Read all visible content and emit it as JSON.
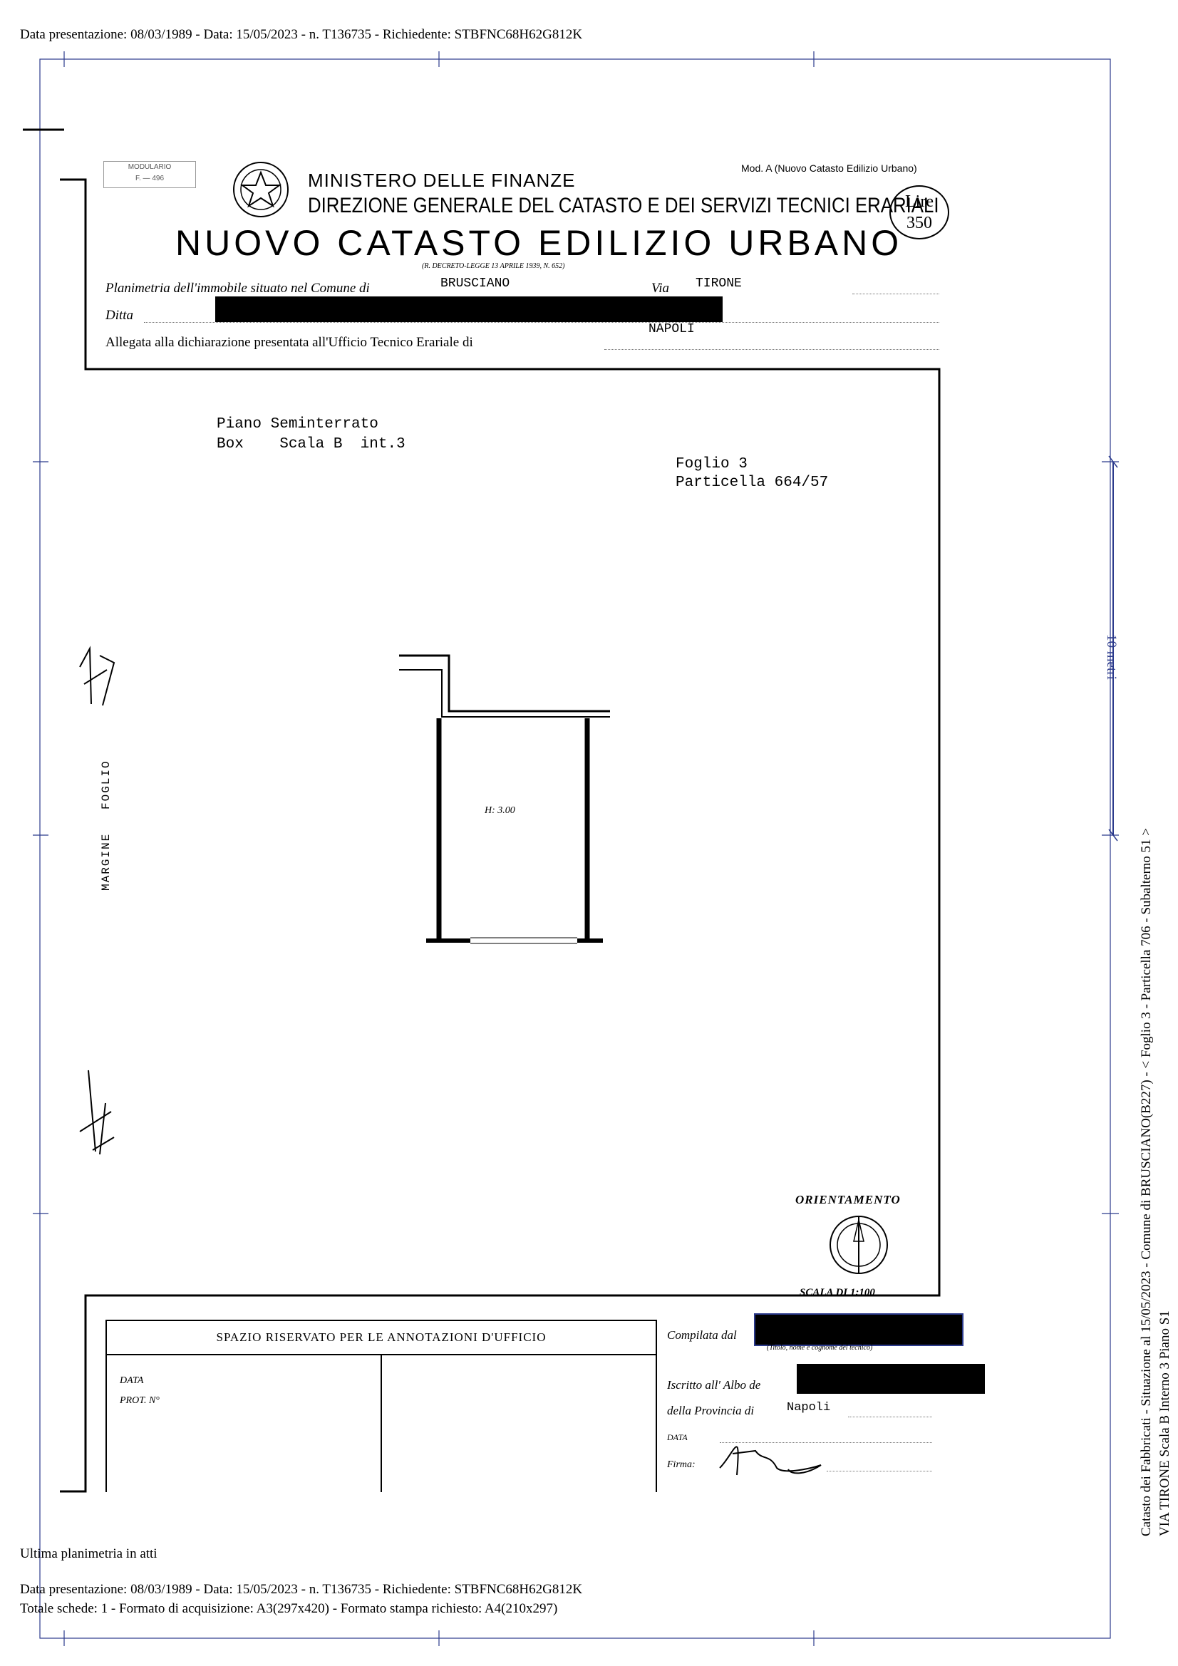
{
  "header_line": "Data presentazione: 08/03/1989 - Data: 15/05/2023 - n. T136735 - Richiedente: STBFNC68H62G812K",
  "form": {
    "modulario_top": "MODULARIO",
    "modulario_bottom": "F. — 496",
    "mod_label": "Mod. A (Nuovo Catasto Edilizio Urbano)",
    "ministry": "MINISTERO DELLE FINANZE",
    "directorate": "DIREZIONE GENERALE DEL CATASTO E DEI SERVIZI TECNICI ERARIALI",
    "title": "NUOVO CATASTO EDILIZIO URBANO",
    "decree": "(R. DECRETO-LEGGE 13 APRILE 1939, N. 652)",
    "stamp_top": "Lire",
    "stamp_bottom": "350",
    "planimetria_label": "Planimetria dell'immobile situato nel Comune di",
    "comune_value": "BRUSCIANO",
    "via_label": "Via",
    "via_value": "TIRONE",
    "ditta_label": "Ditta",
    "allegata_label": "Allegata alla dichiarazione presentata all'Ufficio Tecnico Erariale di",
    "ufficio_value": "NAPOLI"
  },
  "plan": {
    "piano": "Piano Seminterrato",
    "box": "Box    Scala B  int.3",
    "foglio": "Foglio 3",
    "particella": "Particella 664/57",
    "height": "H: 3.00",
    "margin_left": "MARGINE",
    "margin_right": "FOGLIO",
    "orientamento": "ORIENTAMENTO",
    "scala": "SCALA DI 1:100"
  },
  "office_box": {
    "title": "SPAZIO RISERVATO PER LE ANNOTAZIONI D'UFFICIO",
    "data_label": "DATA",
    "prot_label": "PROT. N°"
  },
  "compilation": {
    "compilata_label": "Compilata dal",
    "tecnico_note": "(Titolo, nome e cognome del tecnico)",
    "iscritto_label": "Iscritto all' Albo de",
    "provincia_label": "della Provincia di",
    "provincia_value": "Napoli",
    "data_label": "DATA",
    "firma_label": "Firma:"
  },
  "scale_bar_label": "10 metri",
  "side_text_1": "Catasto dei Fabbricati - Situazione al 15/05/2023 - Comune di BRUSCIANO(B227) - < Foglio 3 - Particella  706 - Subalterno 51 >",
  "side_text_2": "VIA TIRONE   Scala B Interno 3 Piano S1",
  "footer": {
    "ultima": "Ultima planimetria in atti",
    "line1": "Data presentazione: 08/03/1989 - Data: 15/05/2023 - n. T136735 - Richiedente: STBFNC68H62G812K",
    "line2": "Totale schede: 1 - Formato di acquisizione: A3(297x420)  - Formato stampa richiesto: A4(210x297)"
  },
  "colors": {
    "frame": "#2b3a8c",
    "ink": "#000000"
  }
}
